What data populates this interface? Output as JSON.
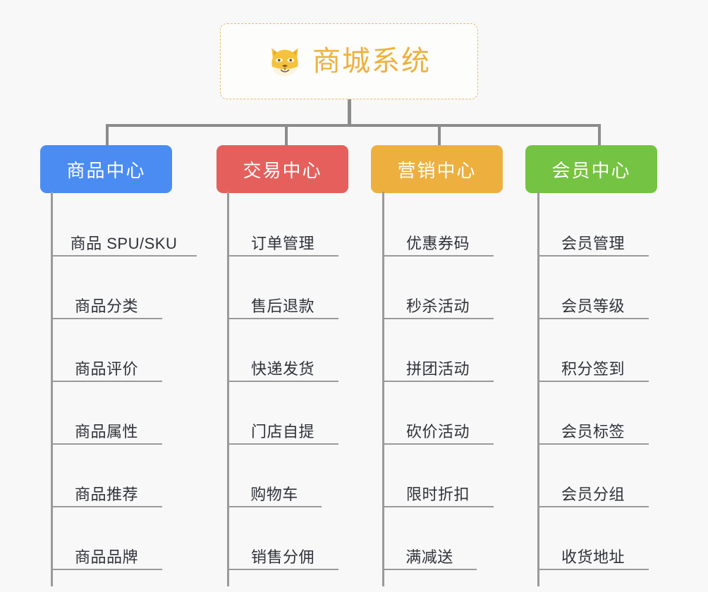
{
  "root": {
    "title": "商城系统",
    "icon": "shiba-dog-face-icon",
    "border_color": "#e9b96b",
    "text_color": "#edb13f"
  },
  "connector_color": "#8c8c8c",
  "background_color": "#f8f8f8",
  "leaf_line_color": "#9a9a9a",
  "columns": [
    {
      "title": "商品中心",
      "color": "#4a8cf2",
      "items": [
        "商品 SPU/SKU",
        "商品分类",
        "商品评价",
        "商品属性",
        "商品推荐",
        "商品品牌"
      ]
    },
    {
      "title": "交易中心",
      "color": "#e5605c",
      "items": [
        "订单管理",
        "售后退款",
        "快递发货",
        "门店自提",
        "购物车",
        "销售分佣"
      ]
    },
    {
      "title": "营销中心",
      "color": "#edb03f",
      "items": [
        "优惠券码",
        "秒杀活动",
        "拼团活动",
        "砍价活动",
        "限时折扣",
        "满减送"
      ]
    },
    {
      "title": "会员中心",
      "color": "#74c342",
      "items": [
        "会员管理",
        "会员等级",
        "积分签到",
        "会员标签",
        "会员分组",
        "收货地址"
      ]
    }
  ]
}
